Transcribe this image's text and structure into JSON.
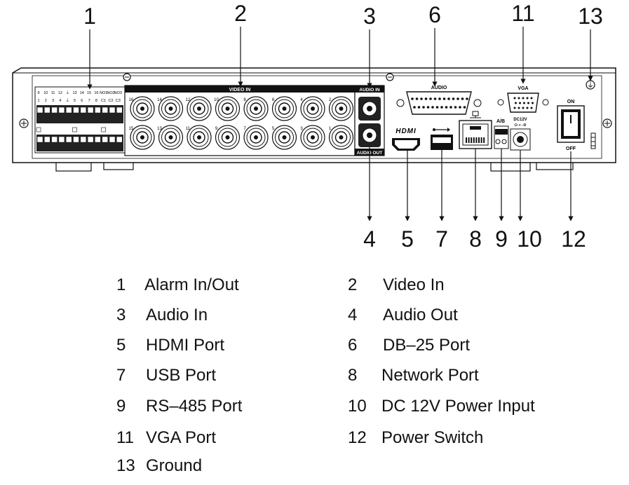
{
  "callouts": {
    "top": [
      {
        "num": "1"
      },
      {
        "num": "2"
      },
      {
        "num": "3"
      },
      {
        "num": "6"
      },
      {
        "num": "11"
      },
      {
        "num": "13"
      }
    ],
    "bottom": [
      {
        "num": "4"
      },
      {
        "num": "5"
      },
      {
        "num": "7"
      },
      {
        "num": "8"
      },
      {
        "num": "9"
      },
      {
        "num": "10"
      },
      {
        "num": "12"
      }
    ]
  },
  "panel": {
    "alarm_top_numbers": [
      "9",
      "10",
      "11",
      "12",
      "⏚",
      "13",
      "14",
      "15",
      "16",
      "NO1",
      "NO2",
      "NO3"
    ],
    "alarm_bottom_numbers": [
      "1",
      "2",
      "3",
      "4",
      "⏚",
      "5",
      "6",
      "7",
      "8",
      "C1",
      "C2",
      "C3"
    ],
    "video_in_label": "VIDEO IN",
    "video_top_numbers": [
      "16",
      "14",
      "12",
      "10",
      "8",
      "6",
      "4",
      "2"
    ],
    "video_bottom_numbers": [
      "15",
      "13",
      "11",
      "9",
      "7",
      "5",
      "3",
      "1"
    ],
    "audio_in_label": "AUDIO IN",
    "audio_out_label": "AUDIO OUT",
    "audio_db25_label": "AUDIO",
    "vga_label": "VGA",
    "hdmi_logo": "HDMI",
    "rs485_label": "A/B",
    "dc_label": "DC12V",
    "switch_on": "ON",
    "switch_off": "OFF"
  },
  "legend": [
    {
      "num": "1",
      "label": "Alarm In/Out"
    },
    {
      "num": "2",
      "label": "Video In"
    },
    {
      "num": "3",
      "label": "Audio In"
    },
    {
      "num": "4",
      "label": "Audio Out"
    },
    {
      "num": "5",
      "label": "HDMI Port"
    },
    {
      "num": "6",
      "label": "DB–25 Port"
    },
    {
      "num": "7",
      "label": "USB Port"
    },
    {
      "num": "8",
      "label": "Network Port"
    },
    {
      "num": "9",
      "label": "RS–485 Port"
    },
    {
      "num": "10",
      "label": "DC 12V Power Input"
    },
    {
      "num": "11",
      "label": "VGA Port"
    },
    {
      "num": "12",
      "label": "Power Switch"
    },
    {
      "num": "13",
      "label": "Ground"
    }
  ]
}
